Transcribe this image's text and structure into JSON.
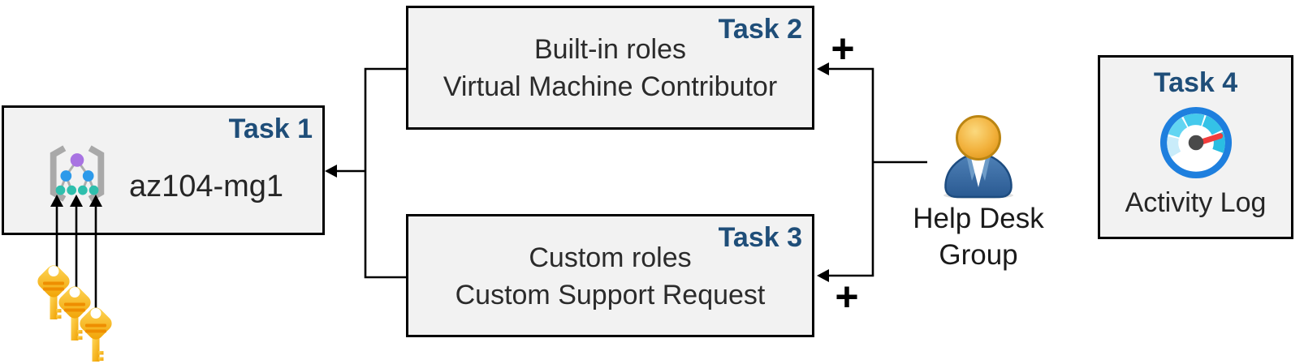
{
  "task1": {
    "label": "Task 1",
    "title": "az104-mg1"
  },
  "task2": {
    "label": "Task 2",
    "line1": "Built-in roles",
    "line2": "Virtual Machine Contributor"
  },
  "task3": {
    "label": "Task 3",
    "line1": "Custom roles",
    "line2": "Custom Support Request"
  },
  "task4": {
    "label": "Task 4",
    "title": "Activity Log"
  },
  "person": {
    "line1": "Help Desk",
    "line2": "Group"
  },
  "annotations": {
    "plus_task2": "+",
    "plus_task3": "+"
  },
  "icons": {
    "task1": "management-group-icon",
    "task4": "activity-log-gauge-icon",
    "person": "user-icon",
    "bottom_left": "keys-icon"
  },
  "colors": {
    "task_label": "#1F4E79",
    "box_fill": "#F2F2F2",
    "box_border": "#000000",
    "body_text": "#2B2B2B",
    "connector": "#000000",
    "gauge_ring": "#1E7FDE",
    "gauge_needle": "#F23C3C",
    "key_gold": "#F9B80E",
    "person_body_blue": "#3C6EA5",
    "person_head_gold": "#EFAF3E",
    "mg_purple": "#A873E2",
    "mg_blue": "#2D9AEA",
    "mg_teal": "#2FBFAD"
  }
}
